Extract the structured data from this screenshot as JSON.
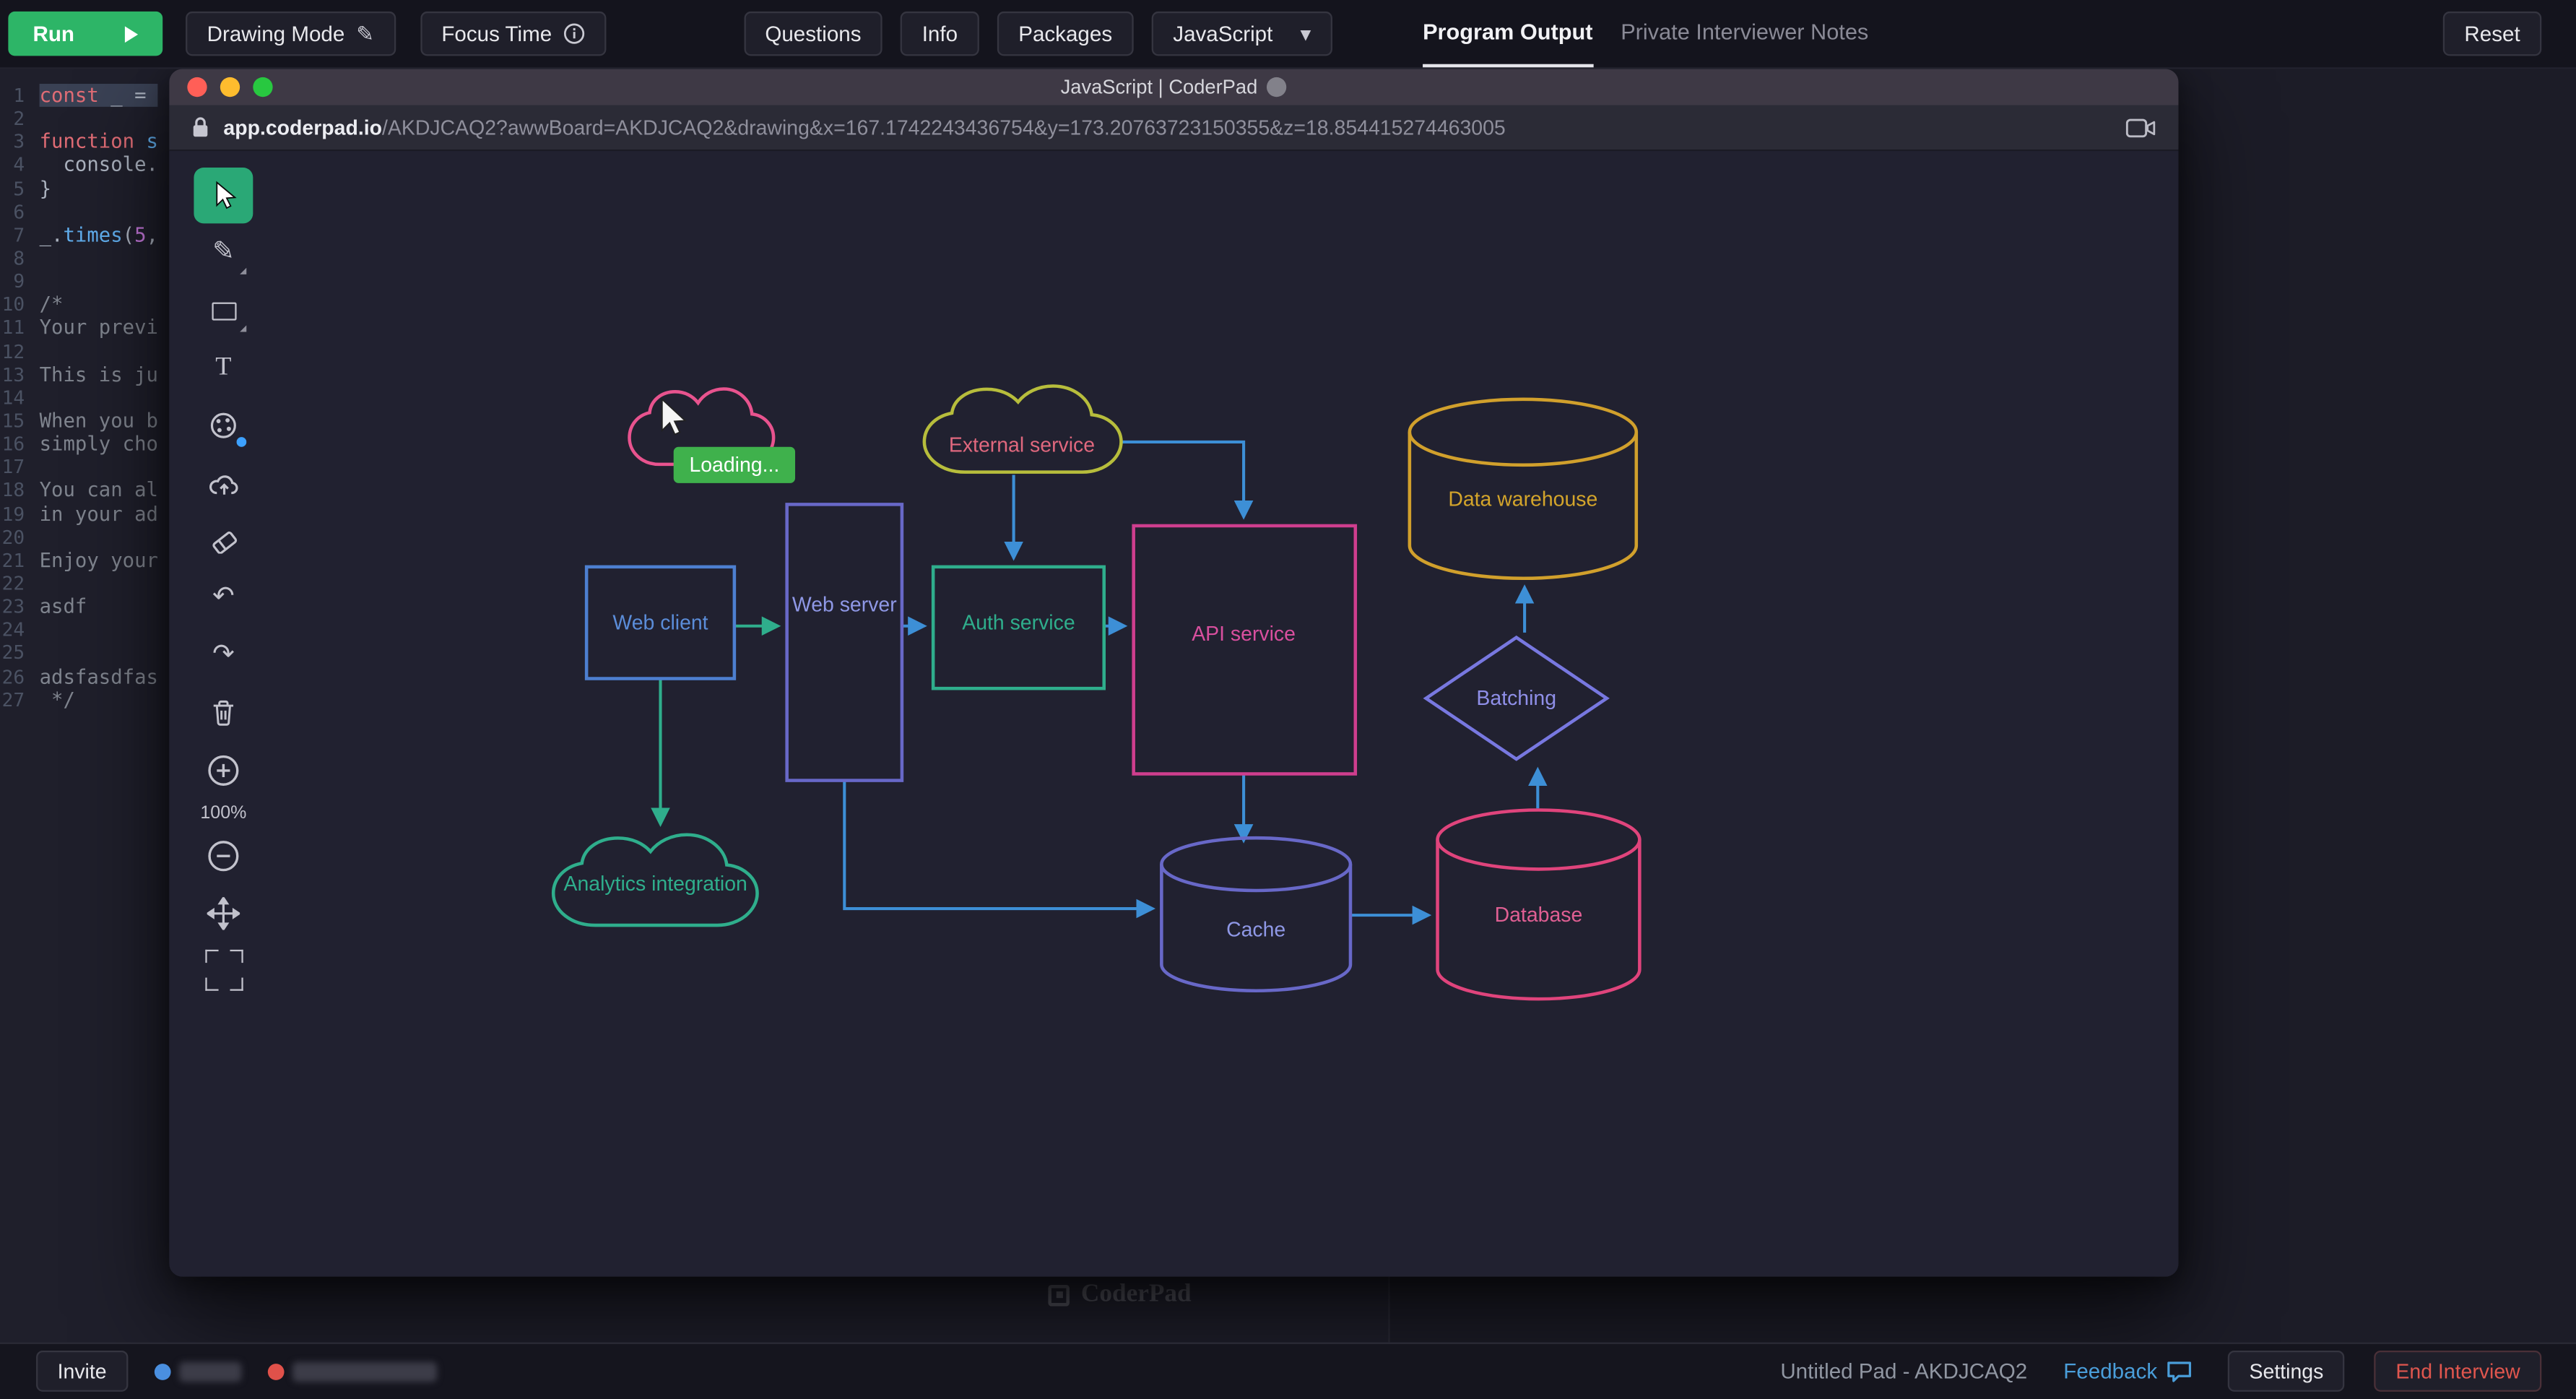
{
  "top_bar": {
    "run_label": "Run",
    "drawing_mode_label": "Drawing Mode",
    "focus_time_label": "Focus Time",
    "questions_label": "Questions",
    "info_label": "Info",
    "packages_label": "Packages",
    "language_label": "JavaScript",
    "tabs": {
      "program_output": "Program Output",
      "private_notes": "Private Interviewer Notes"
    },
    "reset_label": "Reset"
  },
  "editor": {
    "lines": [
      {
        "n": 1,
        "sel": true,
        "segs": [
          [
            "const",
            "kw"
          ],
          [
            " _ = ",
            "pl"
          ]
        ]
      },
      {
        "n": 2,
        "segs": []
      },
      {
        "n": 3,
        "segs": [
          [
            "function ",
            "kw"
          ],
          [
            "s",
            "fn"
          ]
        ]
      },
      {
        "n": 4,
        "segs": [
          [
            "  console.",
            "pl"
          ]
        ]
      },
      {
        "n": 5,
        "segs": [
          [
            "}",
            "pl"
          ]
        ]
      },
      {
        "n": 6,
        "segs": []
      },
      {
        "n": 7,
        "segs": [
          [
            "_.",
            "pl"
          ],
          [
            "times",
            "fn"
          ],
          [
            "(",
            "pl"
          ],
          [
            "5",
            "num"
          ],
          [
            ",",
            "pl"
          ]
        ]
      },
      {
        "n": 8,
        "segs": []
      },
      {
        "n": 9,
        "segs": []
      },
      {
        "n": 10,
        "segs": [
          [
            "/*",
            "cm"
          ]
        ]
      },
      {
        "n": 11,
        "segs": [
          [
            "Your previ",
            "cm"
          ]
        ]
      },
      {
        "n": 12,
        "segs": []
      },
      {
        "n": 13,
        "segs": [
          [
            "This is ju",
            "cm"
          ]
        ]
      },
      {
        "n": 14,
        "segs": []
      },
      {
        "n": 15,
        "segs": [
          [
            "When you b",
            "cm"
          ]
        ]
      },
      {
        "n": 16,
        "segs": [
          [
            "simply cho",
            "cm"
          ]
        ]
      },
      {
        "n": 17,
        "segs": []
      },
      {
        "n": 18,
        "segs": [
          [
            "You can al",
            "cm"
          ]
        ]
      },
      {
        "n": 19,
        "segs": [
          [
            "in your ad",
            "cm"
          ]
        ]
      },
      {
        "n": 20,
        "segs": []
      },
      {
        "n": 21,
        "segs": [
          [
            "Enjoy your",
            "cm"
          ]
        ]
      },
      {
        "n": 22,
        "segs": []
      },
      {
        "n": 23,
        "segs": [
          [
            "asdf",
            "cm"
          ]
        ]
      },
      {
        "n": 24,
        "segs": []
      },
      {
        "n": 25,
        "segs": []
      },
      {
        "n": 26,
        "segs": [
          [
            "adsfasdfas",
            "cm"
          ]
        ]
      },
      {
        "n": 27,
        "segs": [
          [
            " */",
            "cm"
          ]
        ]
      }
    ]
  },
  "window": {
    "title": "JavaScript | CoderPad",
    "url_domain": "app.coderpad.io",
    "url_path": "/AKDJCAQ2?awwBoard=AKDJCAQ2&drawing&x=167.1742243436754&y=173.20763723150355&z=18.854415274463005"
  },
  "toolbar": {
    "zoom_label": "100%",
    "icons": {
      "pencil": "✎",
      "text_tool": "T",
      "undo": "↶",
      "redo": "↷"
    }
  },
  "diagram": {
    "external_service": "External service",
    "data_warehouse": "Data warehouse",
    "web_client": "Web client",
    "web_server": "Web server",
    "auth_service": "Auth service",
    "api_service": "API service",
    "batching": "Batching",
    "analytics": "Analytics integration",
    "cache": "Cache",
    "database": "Database",
    "loading_tooltip": "Loading..."
  },
  "watermark": "CoderPad",
  "footer": {
    "invite": "Invite",
    "participants": [
      {
        "dot_color": "#4a8fe0",
        "redacted_width": 38
      },
      {
        "dot_color": "#e0514a",
        "redacted_width": 88
      }
    ],
    "pad_title": "Untitled Pad - AKDJCAQ2",
    "feedback": "Feedback",
    "settings": "Settings",
    "end_interview": "End Interview"
  },
  "colors": {
    "run_green": "#2db567",
    "active_tool_teal": "#2aa876",
    "loading_green": "#3fb14c",
    "arrow_blue": "#3d8fd6",
    "arrow_teal": "#2fae8c",
    "cloud_pink": "#e8538e",
    "cloud_chartreuse": "#b7bd3c",
    "cylinder_gold": "#d1a02c",
    "rect_blue": "#4d7fd0",
    "rect_purple": "#6868c8",
    "rect_teal": "#2fae8c",
    "rect_magenta": "#cf3e8e",
    "diamond_periwinkle": "#7878e0",
    "label_salmon": "#e0687e",
    "label_gold": "#d4a52b",
    "label_blue": "#5b8dd9",
    "label_periwinkle": "#8f98e6",
    "label_teal": "#2fae8c",
    "label_magenta": "#d84f9e",
    "label_violet": "#8f8fe8",
    "label_pink": "#e05f93",
    "feedback_blue": "#4a9eda",
    "end_interview_red": "#e0564e"
  }
}
